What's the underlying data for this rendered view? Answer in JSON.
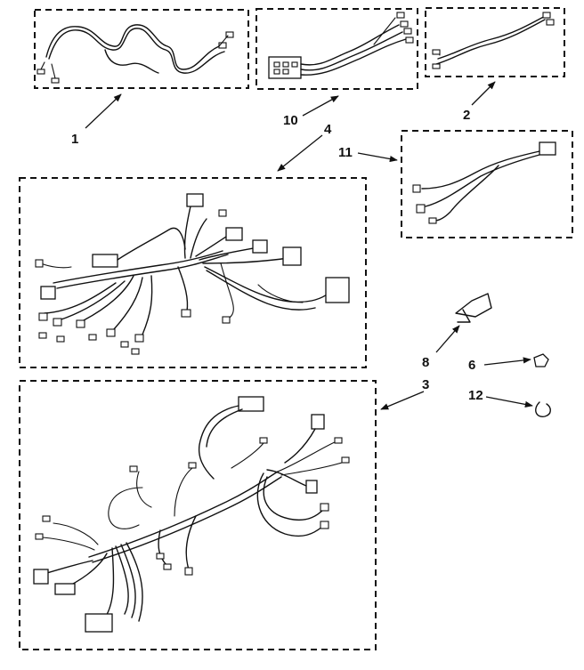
{
  "diagram": {
    "callouts": {
      "c1": "1",
      "c10": "10",
      "c2": "2",
      "c4": "4",
      "c11": "11",
      "c8": "8",
      "c6": "6",
      "c3": "3",
      "c12": "12"
    }
  }
}
